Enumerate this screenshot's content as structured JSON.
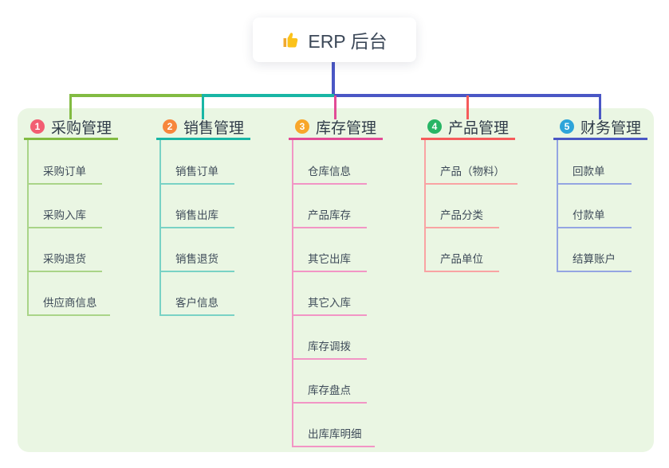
{
  "root": {
    "label": "ERP 后台",
    "icon": "thumbs-up"
  },
  "connector": {
    "stem_color": "#4a57c5",
    "segment_colors": [
      "#82bb42",
      "#19b6a5",
      "#4a57c5"
    ]
  },
  "branches": [
    {
      "badge": "1",
      "title": "采购管理",
      "color": "#82bb42",
      "child_color": "#a9d488",
      "badge_color": "#f25e72",
      "children": [
        "采购订单",
        "采购入库",
        "采购退货",
        "供应商信息"
      ]
    },
    {
      "badge": "2",
      "title": "销售管理",
      "color": "#19b6a5",
      "child_color": "#79d2c5",
      "badge_color": "#f7863c",
      "children": [
        "销售订单",
        "销售出库",
        "销售退货",
        "客户信息"
      ]
    },
    {
      "badge": "3",
      "title": "库存管理",
      "color": "#e24b96",
      "child_color": "#f295c5",
      "badge_color": "#f8a62a",
      "children": [
        "仓库信息",
        "产品库存",
        "其它出库",
        "其它入库",
        "库存调拨",
        "库存盘点",
        "出库库明细"
      ]
    },
    {
      "badge": "4",
      "title": "产品管理",
      "color": "#f65b5b",
      "child_color": "#f9a3a3",
      "badge_color": "#28b565",
      "children": [
        "产品（物料）",
        "产品分类",
        "产品单位"
      ]
    },
    {
      "badge": "5",
      "title": "财务管理",
      "color": "#4a57c5",
      "child_color": "#94a5e2",
      "badge_color": "#2ea4da",
      "children": [
        "回款单",
        "付款单",
        "结算账户"
      ]
    }
  ]
}
